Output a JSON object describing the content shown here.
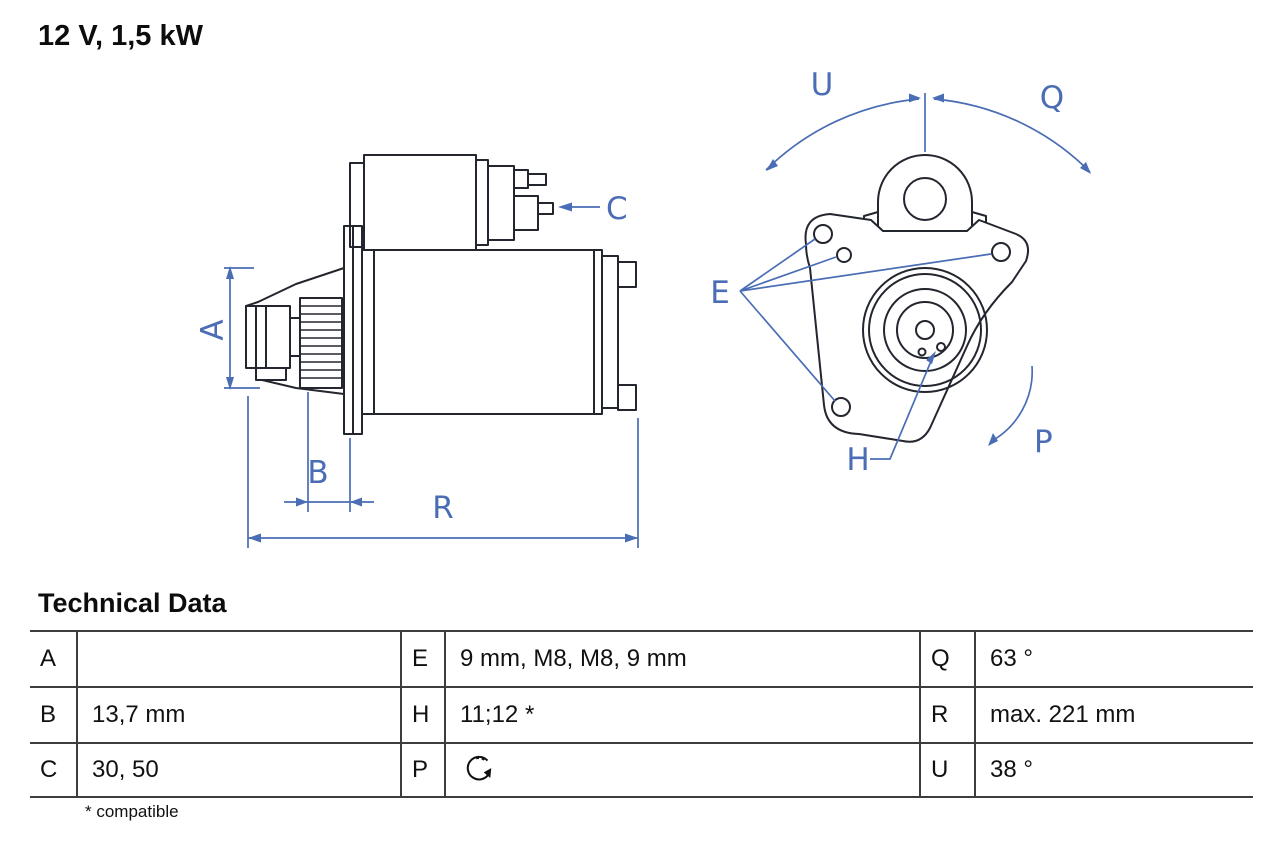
{
  "header": {
    "title": "12 V, 1,5 kW"
  },
  "diagram": {
    "description": "starter-motor technical drawing, side view and flange front view",
    "annotation_color": "#4a6db5",
    "line_color": "#23262e",
    "annotations": {
      "A": "A",
      "B": "B",
      "C": "C",
      "E": "E",
      "H": "H",
      "P": "P",
      "Q": "Q",
      "R": "R",
      "U": "U"
    }
  },
  "technical_data": {
    "heading": "Technical Data",
    "rows": [
      [
        {
          "label": "A",
          "value": ""
        },
        {
          "label": "E",
          "value": "9 mm, M8, M8, 9 mm"
        },
        {
          "label": "Q",
          "value": "63 °"
        }
      ],
      [
        {
          "label": "B",
          "value": "13,7 mm"
        },
        {
          "label": "H",
          "value": "11;12 *"
        },
        {
          "label": "R",
          "value": "max. 221 mm"
        }
      ],
      [
        {
          "label": "C",
          "value": "30, 50"
        },
        {
          "label": "P",
          "value": "",
          "icon": "rotation-direction"
        },
        {
          "label": "U",
          "value": "38 °"
        }
      ]
    ],
    "footnote": "* compatible"
  }
}
